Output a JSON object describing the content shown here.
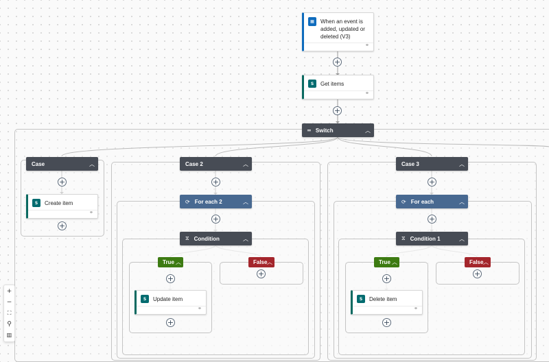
{
  "trigger": {
    "title": "When an event is added, updated or deleted (V3)",
    "icon": "outlook-calendar-icon"
  },
  "get_items": {
    "title": "Get items",
    "icon": "sharepoint-icon"
  },
  "switch": {
    "title": "Switch",
    "icon": "switch-icon"
  },
  "cases": [
    {
      "title": "Case",
      "action": "Create item"
    },
    {
      "title": "Case 2",
      "loop": "For each 2",
      "condition": "Condition",
      "true_label": "True",
      "false_label": "False",
      "true_action": "Update item"
    },
    {
      "title": "Case 3",
      "loop": "For each",
      "condition": "Condition 1",
      "true_label": "True",
      "false_label": "False",
      "true_action": "Delete item"
    }
  ],
  "icons": {
    "chevron": "chevron-up-icon",
    "plus": "add-step-icon",
    "link": "link-icon",
    "loop": "loop-icon",
    "condition": "condition-icon"
  },
  "toolbar": {
    "zoom_in": "zoom-in-icon",
    "zoom_out": "zoom-out-icon",
    "fit": "fit-view-icon",
    "search": "search-icon",
    "minimap": "minimap-icon"
  },
  "colors": {
    "header_dark": "#474c55",
    "header_loop": "#486991",
    "true_branch": "#3d7b12",
    "false_branch": "#a4262c",
    "sharepoint": "#036c70",
    "outlook": "#0f6cbd"
  }
}
